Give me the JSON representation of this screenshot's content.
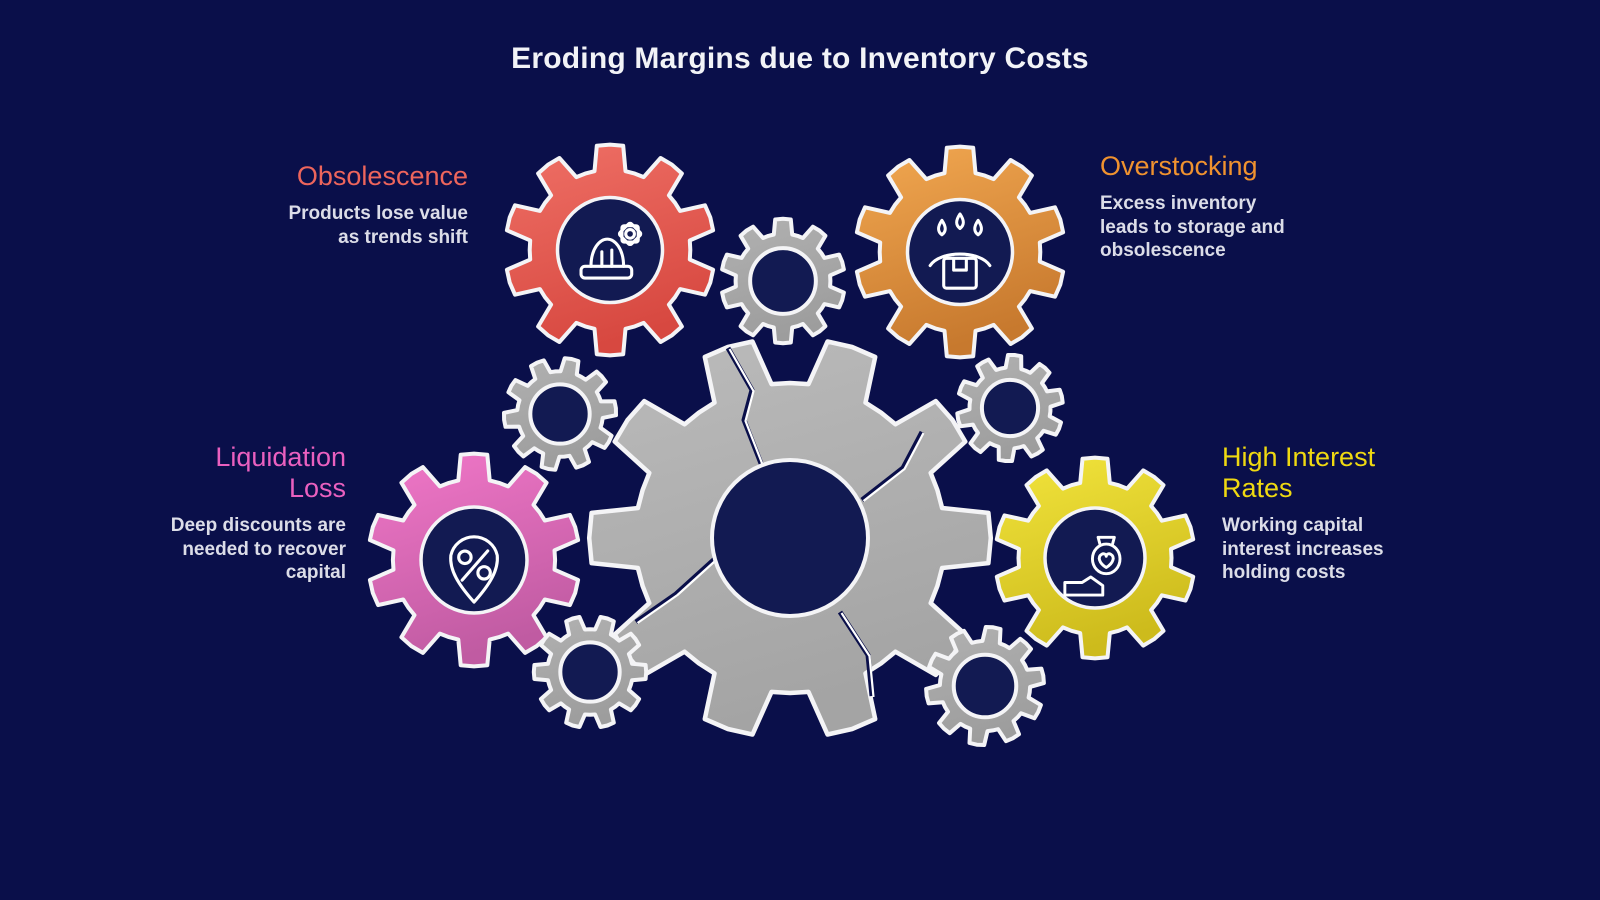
{
  "title": "Eroding Margins due to Inventory Costs",
  "colors": {
    "background": "#0A0F4A",
    "hole_navy": "#121A52",
    "outline": "#F4F4F6",
    "body_text": "#DCDDE8",
    "title_text": "#F2F3F7",
    "gray_gear_light": "#B1B1B1",
    "gray_gear_dark": "#9D9D9D",
    "central_gear_light": "#BBBBBB",
    "central_gear_dark": "#A4A4A4"
  },
  "items": [
    {
      "id": "obsolescence",
      "label_lines": [
        "Obsolescence"
      ],
      "description_lines": [
        "Products lose value",
        "as trends shift"
      ],
      "heading_color": "#ED655C",
      "gear_light": "#EF7066",
      "gear_dark": "#D74840",
      "icon": "hard-hat-gear-icon"
    },
    {
      "id": "overstocking",
      "label_lines": [
        "Overstocking"
      ],
      "description_lines": [
        "Excess inventory",
        "leads to storage and",
        "obsolescence"
      ],
      "heading_color": "#F0922F",
      "gear_light": "#F2A851",
      "gear_dark": "#C7792E",
      "icon": "sweating-package-icon"
    },
    {
      "id": "liquidation_loss",
      "label_lines": [
        "Liquidation",
        "Loss"
      ],
      "description_lines": [
        "Deep discounts are",
        "needed to recover",
        "capital"
      ],
      "heading_color": "#EA60BF",
      "gear_light": "#F177C8",
      "gear_dark": "#C05BA2",
      "icon": "discount-pin-icon"
    },
    {
      "id": "high_interest_rates",
      "label_lines": [
        "High Interest",
        "Rates"
      ],
      "description_lines": [
        "Working capital",
        "interest increases",
        "holding costs"
      ],
      "heading_color": "#EFD911",
      "gear_light": "#F2E43C",
      "gear_dark": "#CDBB1C",
      "icon": "money-bag-hand-icon"
    }
  ]
}
